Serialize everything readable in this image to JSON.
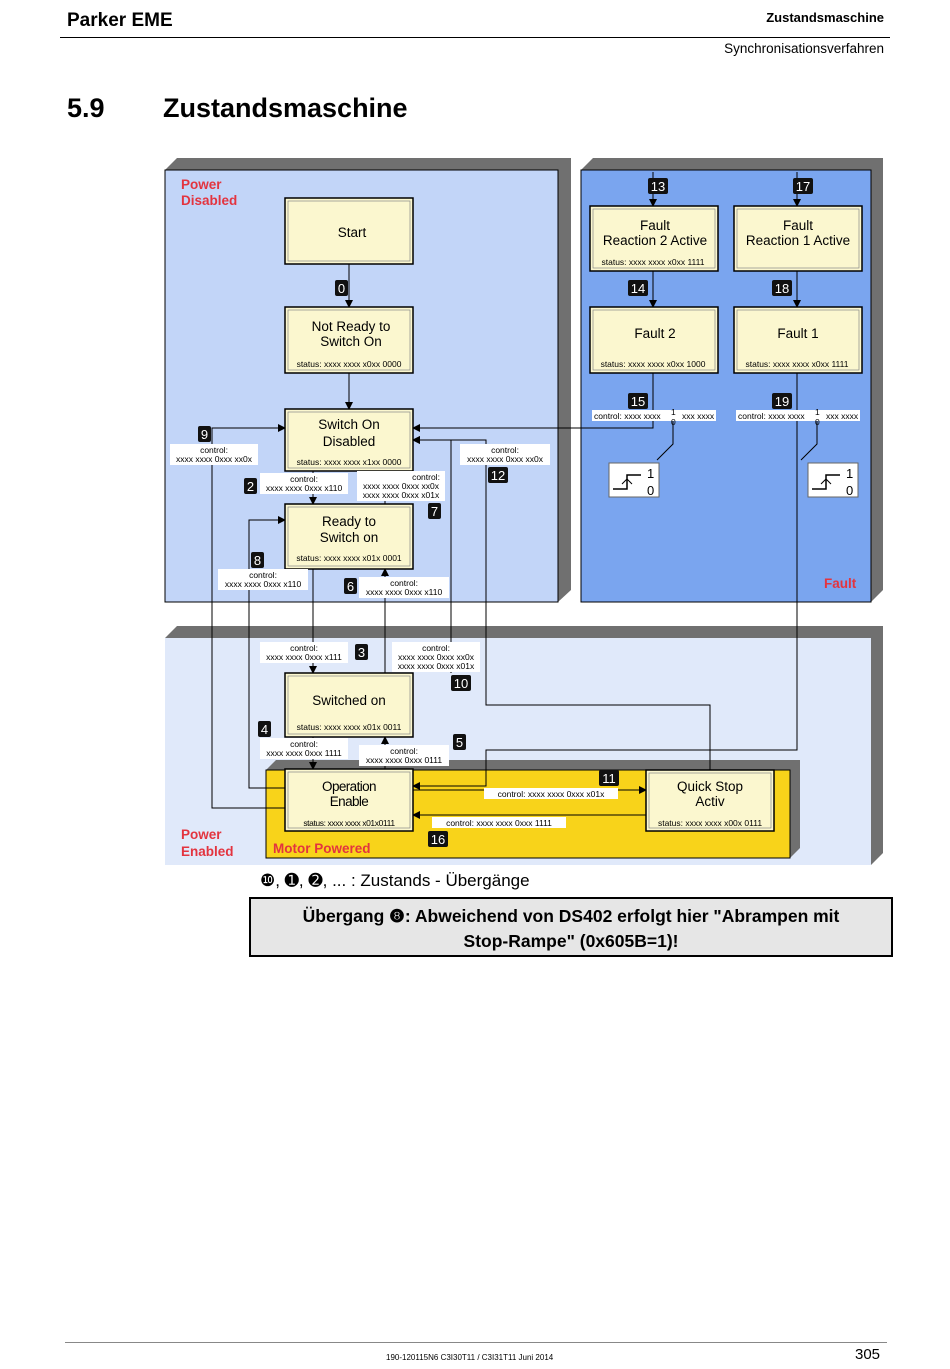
{
  "header": {
    "company": "Parker EME",
    "chapter": "Zustandsmaschine",
    "subchapter": "Synchronisationsverfahren"
  },
  "section": {
    "number": "5.9",
    "title": "Zustandsmaschine"
  },
  "diagram": {
    "regions": {
      "power_disabled": "Power Disabled",
      "fault": "Fault",
      "power_enabled": "Power Enabled",
      "motor_powered": "Motor Powered"
    },
    "states": {
      "start": {
        "title": [
          "Start"
        ]
      },
      "not_ready": {
        "title": [
          "Not Ready to",
          "Switch On"
        ],
        "status": "status: xxxx xxxx x0xx 0000"
      },
      "switch_on_disabled": {
        "title": [
          "Switch On",
          "Disabled"
        ],
        "status": "status: xxxx xxxx x1xx 0000"
      },
      "ready_to_switch_on": {
        "title": [
          "Ready to",
          "Switch on"
        ],
        "status": "status: xxxx xxxx x01x 0001"
      },
      "switched_on": {
        "title": [
          "Switched on"
        ],
        "status": "status: xxxx xxxx x01x 0011"
      },
      "operation_enable": {
        "title": [
          "Operation",
          "Enable"
        ],
        "status": "status: xxxx xxxx x01x0111"
      },
      "quick_stop_activ": {
        "title": [
          "Quick Stop",
          "Activ"
        ],
        "status": "status: xxxx xxxx x00x 0111"
      },
      "fault_reaction_2": {
        "title": [
          "Fault",
          "Reaction 2 Active"
        ],
        "status": "status: xxxx xxxx x0xx 1111"
      },
      "fault_reaction_1": {
        "title": [
          "Fault",
          "Reaction 1 Active"
        ]
      },
      "fault_2": {
        "title": [
          "Fault 2"
        ],
        "status": "status: xxxx xxxx x0xx 1000"
      },
      "fault_1": {
        "title": [
          "Fault 1"
        ],
        "status": "status: xxxx xxxx x0xx 1111"
      }
    },
    "controls": {
      "c9": [
        "control:",
        "xxxx xxxx 0xxx xx0x"
      ],
      "c2": [
        "control:",
        "xxxx xxxx 0xxx x110"
      ],
      "c7": [
        "control:",
        "xxxx xxxx 0xxx xx0x",
        "xxxx xxxx 0xxx x01x"
      ],
      "c12": [
        "control:",
        "xxxx xxxx 0xxx xx0x"
      ],
      "c8": [
        "control:",
        "xxxx xxxx 0xxx x110"
      ],
      "c6": [
        "control:",
        "xxxx xxxx 0xxx x110"
      ],
      "c3": [
        "control:",
        "xxxx xxxx 0xxx x111"
      ],
      "c10": [
        "control:",
        "xxxx xxxx 0xxx xx0x",
        "xxxx xxxx 0xxx x01x"
      ],
      "c4": [
        "control:",
        "xxxx xxxx 0xxx 1111"
      ],
      "c5": [
        "control:",
        "xxxx xxxx 0xxx 0111"
      ],
      "c11": "control: xxxx xxxx 0xxx x01x",
      "c16": "control: xxxx xxxx 0xxx 1111",
      "c15": "control: xxxx xxxx",
      "c15b": "xxx xxxx",
      "c19": "control: xxxx xxxx",
      "c19b": "xxx xxxx",
      "bit_one": "1",
      "bit_zero": "0"
    },
    "transitions": [
      "0",
      "2",
      "3",
      "4",
      "5",
      "6",
      "7",
      "8",
      "9",
      "10",
      "11",
      "12",
      "13",
      "14",
      "15",
      "16",
      "17",
      "18",
      "19"
    ],
    "flipflop": {
      "one": "1",
      "zero": "0"
    }
  },
  "legend": "❿, ➊, ➋, ... : Zustands - Übergänge",
  "note": {
    "line1": "Übergang ❽: Abweichend von DS402 erfolgt hier \"Abrampen mit",
    "line2": "Stop-Rampe\" (0x605B=1)!"
  },
  "footer": {
    "doc": "190-120115N6 C3I30T11 / C3I31T11 Juni 2014",
    "page": "305"
  }
}
